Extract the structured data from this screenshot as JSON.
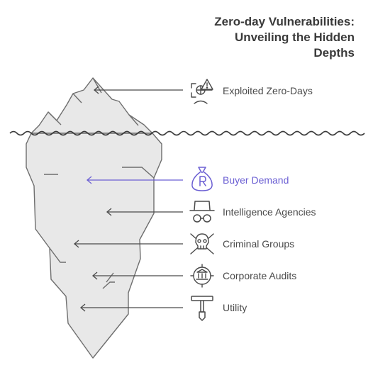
{
  "title": {
    "line1": "Zero-day Vulnerabilities:",
    "line2": "Unveiling the Hidden",
    "line3": "Depths"
  },
  "colors": {
    "ink": "#4a4a4a",
    "ice_fill": "#e8e8e8",
    "accent": "#6b5fd3"
  },
  "items": [
    {
      "label": "Exploited Zero-Days",
      "icon": "warning-network-icon",
      "zone": "above-water"
    },
    {
      "label": "Buyer Demand",
      "icon": "money-bag-icon",
      "zone": "below-water",
      "highlight": true
    },
    {
      "label": "Intelligence Agencies",
      "icon": "spy-icon",
      "zone": "below-water"
    },
    {
      "label": "Criminal Groups",
      "icon": "skull-crossbones-icon",
      "zone": "below-water"
    },
    {
      "label": "Corporate Audits",
      "icon": "bank-target-icon",
      "zone": "below-water"
    },
    {
      "label": "Utility",
      "icon": "wrench-tool-icon",
      "zone": "below-water"
    }
  ]
}
